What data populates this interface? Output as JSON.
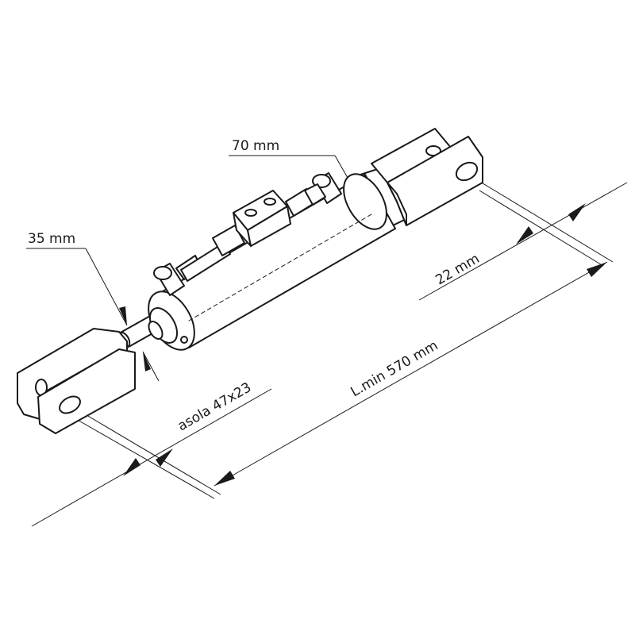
{
  "labels": {
    "rod_diameter": "35 mm",
    "bore_diameter": "70 mm",
    "pin_hole": "22 mm",
    "slot": "asola 47x23",
    "min_length": "L.min 570 mm"
  },
  "colors": {
    "ink": "#1a1a1a",
    "fill": "#ffffff"
  }
}
